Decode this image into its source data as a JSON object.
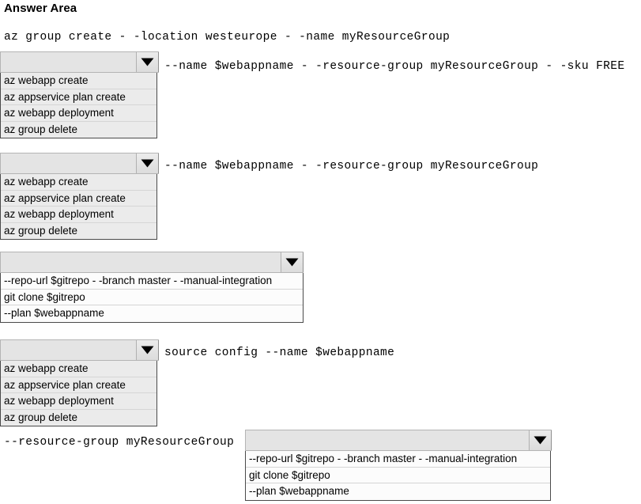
{
  "header": {
    "title": "Answer Area"
  },
  "icons": {
    "dropdown_arrow": "chevron-down-icon"
  },
  "command_lines": {
    "line1": "az group create - -location westeurope - -name myResourceGroup",
    "row1_suffix": "--name $webappname - -resource-group myResourceGroup - -sku FREE",
    "row2_suffix": "--name $webappname - -resource-group myResourceGroup",
    "row4_suffix": "source config --name $webappname",
    "row5_prefix": "--resource-group myResourceGroup"
  },
  "dropdowns": [
    {
      "id": "dropdown-1",
      "selected": "",
      "options": [
        "az webapp create",
        "az appservice plan create",
        "az webapp deployment",
        "az group delete"
      ]
    },
    {
      "id": "dropdown-2",
      "selected": "",
      "options": [
        "az webapp create",
        "az appservice plan create",
        "az webapp deployment",
        "az group delete"
      ]
    },
    {
      "id": "dropdown-3",
      "selected": "",
      "options": [
        "--repo-url $gitrepo - -branch master - -manual-integration",
        "git clone $gitrepo",
        "--plan $webappname"
      ]
    },
    {
      "id": "dropdown-4",
      "selected": "",
      "options": [
        "az webapp create",
        "az appservice plan create",
        "az webapp deployment",
        "az group delete"
      ]
    },
    {
      "id": "dropdown-5",
      "selected": "",
      "options": [
        "--repo-url $gitrepo - -branch master - -manual-integration",
        "git clone $gitrepo",
        "--plan $webappname"
      ]
    }
  ],
  "colors": {
    "combo_fill": "#e4e4e4",
    "option_shaded": "#ebebeb",
    "option_plain": "#fcfcfc",
    "border": "#4a4a4a",
    "text": "#000000"
  }
}
